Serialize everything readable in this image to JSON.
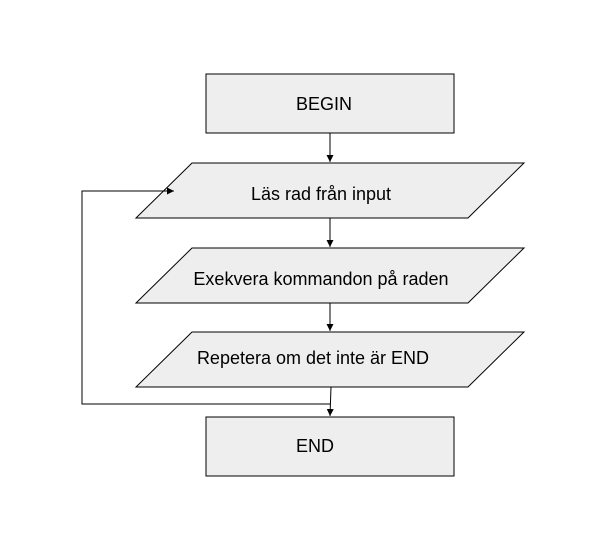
{
  "colors": {
    "shape_fill": "#eeeeee",
    "stroke": "#000000",
    "background": "#ffffff"
  },
  "nodes": {
    "begin": {
      "label": "BEGIN",
      "shape": "rectangle"
    },
    "read_line": {
      "label": "Läs rad från input",
      "shape": "parallelogram"
    },
    "execute": {
      "label": "Exekvera kommandon på raden",
      "shape": "parallelogram"
    },
    "repeat": {
      "label": "Repetera om det inte är END",
      "shape": "parallelogram"
    },
    "end": {
      "label": "END",
      "shape": "rectangle"
    }
  },
  "edges": [
    {
      "from": "begin",
      "to": "read_line"
    },
    {
      "from": "read_line",
      "to": "execute"
    },
    {
      "from": "execute",
      "to": "repeat"
    },
    {
      "from": "repeat",
      "to": "end"
    },
    {
      "from": "repeat",
      "to": "read_line",
      "kind": "loop-back"
    }
  ]
}
